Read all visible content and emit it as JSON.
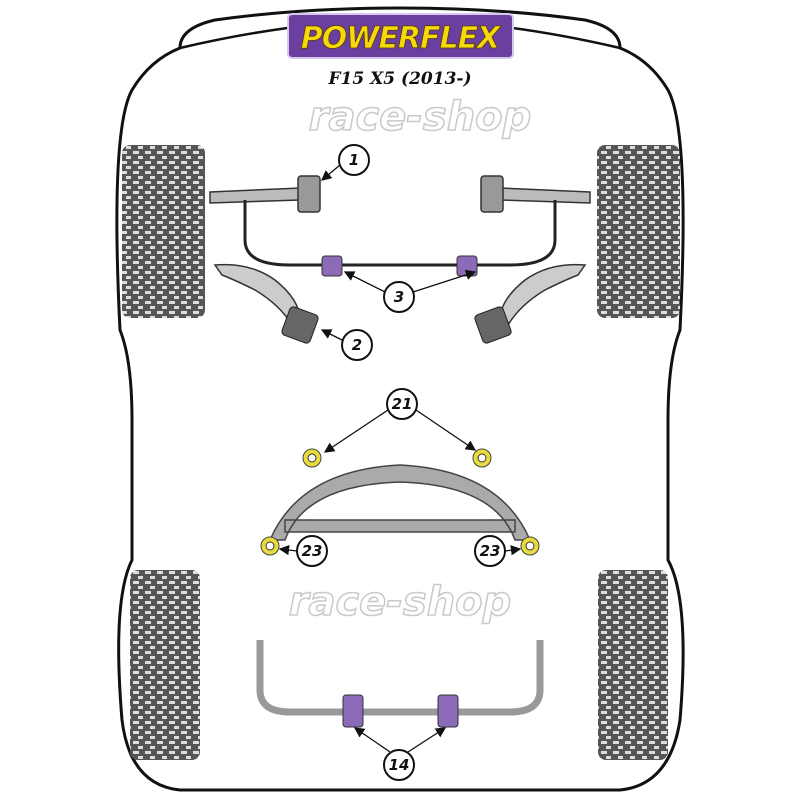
{
  "header": {
    "brand": "POWERFLEX",
    "model": "F15 X5 (2013-)"
  },
  "watermark": "race-shop",
  "callouts": {
    "c1": "1",
    "c2": "2",
    "c3": "3",
    "c21": "21",
    "c23a": "23",
    "c23b": "23",
    "c14": "14"
  },
  "colors": {
    "logo_bg": "#6b3fa0",
    "logo_text": "#f5d90a",
    "bush_purple": "#8b6bb8",
    "bush_yellow": "#e8dc3c",
    "metal": "#9a9a9a"
  }
}
